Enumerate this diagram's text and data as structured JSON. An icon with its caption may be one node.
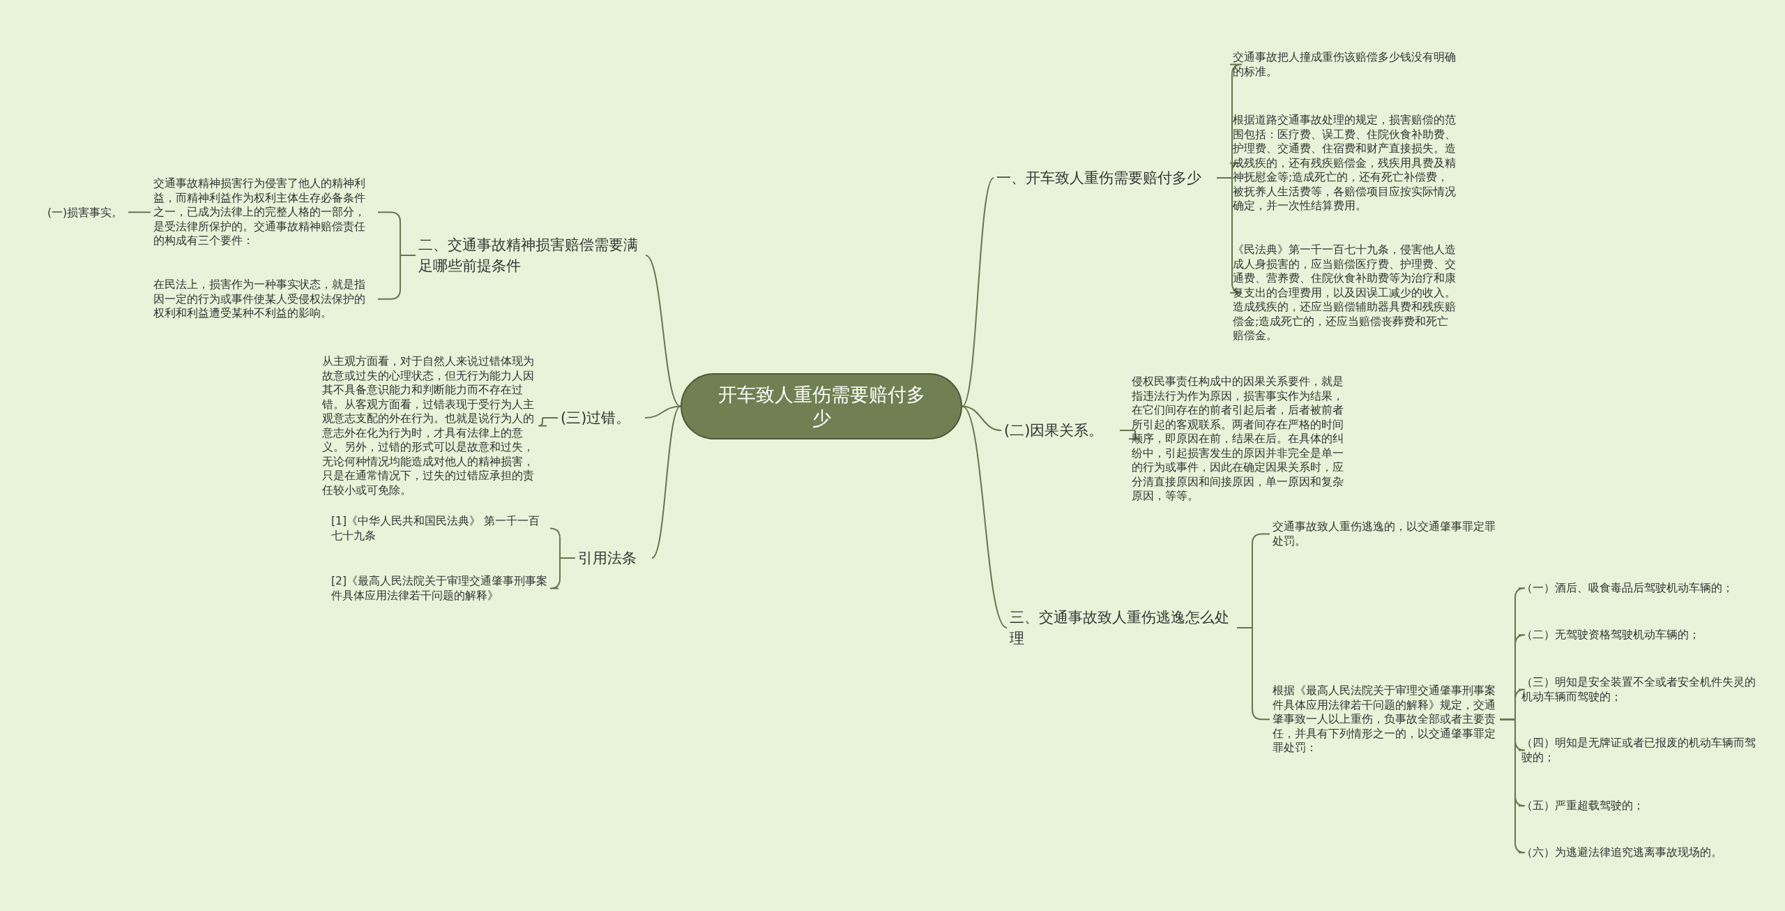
{
  "diagram": {
    "nodes": [
      {
        "text": [
          "开车致人重伤需要赔付多少"
        ]
      },
      {
        "text": [
          "一、开车致人重伤需要赔付多少"
        ]
      },
      {
        "text": [
          "交通事故把人撞成重伤该赔偿多少钱没有明确的标准。"
        ]
      },
      {
        "text": [
          "根据道路交通事故处理的规定，损害赔偿的范围包括：医疗费、误工费、住院伙食补助费、护理费、交通费、住宿费和财产直接损失。造成残疾的，还有残疾赔偿金，残疾用具费及精神抚慰金等;造成死亡的，还有死亡补偿费，被抚养人生活费等，各赔偿项目应按实际情况确定，并一次性结算费用。"
        ]
      },
      {
        "text": [
          "《民法典》第一千一百七十九条，侵害他人造成人身损害的，应当赔偿医疗费、护理费、交通费、营养费、住院伙食补助费等为治疗和康复支出的合理费用，以及因误工减少的收入。造成残疾的，还应当赔偿辅助器具费和残疾赔偿金;造成死亡的，还应当赔偿丧葬费和死亡赔偿金。"
        ]
      },
      {
        "text": [
          "二、交通事故精神损害赔偿需要满足哪些前提条件"
        ]
      },
      {
        "text": [
          "交通事故精神损害行为侵害了他人的精神利益，而精神利益作为权利主体生存必备条件之一，已成为法律上的完整人格的一部分，是受法律所保护的。交通事故精神赔偿责任的构成有三个要件："
        ]
      },
      {
        "text": [
          "(一)损害事实。"
        ]
      },
      {
        "text": [
          "在民法上，损害作为一种事实状态，就是指因一定的行为或事件使某人受侵权法保护的权利和利益遭受某种不利益的影响。"
        ]
      },
      {
        "text": [
          "(三)过错。"
        ]
      },
      {
        "text": [
          "从主观方面看，对于自然人来说过错体现为故意或过失的心理状态，但无行为能力人因其不具备意识能力和判断能力而不存在过错。从客观方面看，过错表现于受行为人主观意志支配的外在行为。也就是说行为人的意志外在化为行为时，才具有法律上的意义。另外，过错的形式可以是故意和过失，无论何种情况均能造成对他人的精神损害，只是在通常情况下，过失的过错应承担的责任较小或可免除。"
        ]
      },
      {
        "text": [
          "引用法条"
        ]
      },
      {
        "text": [
          "[1]《中华人民共和国民法典》 第一千一百七十九条"
        ]
      },
      {
        "text": [
          "[2]《最高人民法院关于审理交通肇事刑事案件具体应用法律若干问题的解释》"
        ]
      },
      {
        "text": [
          "(二)因果关系。"
        ]
      },
      {
        "text": [
          "侵权民事责任构成中的因果关系要件，就是指违法行为作为原因，损害事实作为结果，在它们间存在的前者引起后者，后者被前者所引起的客观联系。两者间存在严格的时间顺序，即原因在前，结果在后。在具体的纠纷中，引起损害发生的原因并非完全是单一的行为或事件，因此在确定因果关系时，应分清直接原因和间接原因，单一原因和复杂原因，等等。"
        ]
      },
      {
        "text": [
          "三、交通事故致人重伤逃逸怎么处理"
        ]
      },
      {
        "text": [
          "交通事故致人重伤逃逸的，以交通肇事罪定罪处罚。"
        ]
      },
      {
        "text": [
          "根据《最高人民法院关于审理交通肇事刑事案件具体应用法律若干问题的解释》规定，交通肇事致一人以上重伤，负事故全部或者主要责任，并具有下列情形之一的，以交通肇事罪定罪处罚："
        ]
      },
      {
        "text": [
          "（一）酒后、吸食毒品后驾驶机动车辆的；"
        ]
      },
      {
        "text": [
          "（二）无驾驶资格驾驶机动车辆的；"
        ]
      },
      {
        "text": [
          "（三）明知是安全装置不全或者安全机件失灵的机动车辆而驾驶的；"
        ]
      },
      {
        "text": [
          "（四）明知是无牌证或者已报废的机动车辆而驾驶的；"
        ]
      },
      {
        "text": [
          "（五）严重超载驾驶的；"
        ]
      },
      {
        "text": [
          "（六）为逃避法律追究逃离事故现场的。"
        ]
      }
    ],
    "edges": [
      {
        "from": 0,
        "to": 1,
        "arrow": "none"
      },
      {
        "from": 1,
        "to": 2,
        "arrow": "none"
      },
      {
        "from": 1,
        "to": 3,
        "arrow": "none"
      },
      {
        "from": 1,
        "to": 4,
        "arrow": "none"
      },
      {
        "from": 0,
        "to": 5,
        "arrow": "none"
      },
      {
        "from": 5,
        "to": 6,
        "arrow": "none"
      },
      {
        "from": 6,
        "to": 7,
        "arrow": "none"
      },
      {
        "from": 5,
        "to": 8,
        "arrow": "none"
      },
      {
        "from": 0,
        "to": 9,
        "arrow": "none"
      },
      {
        "from": 9,
        "to": 10,
        "arrow": "none"
      },
      {
        "from": 0,
        "to": 11,
        "arrow": "none"
      },
      {
        "from": 11,
        "to": 12,
        "arrow": "none"
      },
      {
        "from": 11,
        "to": 13,
        "arrow": "none"
      },
      {
        "from": 0,
        "to": 14,
        "arrow": "none"
      },
      {
        "from": 14,
        "to": 15,
        "arrow": "none"
      },
      {
        "from": 0,
        "to": 16,
        "arrow": "none"
      },
      {
        "from": 16,
        "to": 17,
        "arrow": "none"
      },
      {
        "from": 16,
        "to": 18,
        "arrow": "none"
      },
      {
        "from": 18,
        "to": 19,
        "arrow": "none"
      },
      {
        "from": 18,
        "to": 20,
        "arrow": "none"
      },
      {
        "from": 18,
        "to": 21,
        "arrow": "none"
      },
      {
        "from": 18,
        "to": 22,
        "arrow": "none"
      },
      {
        "from": 18,
        "to": 23,
        "arrow": "none"
      },
      {
        "from": 18,
        "to": 24,
        "arrow": "none"
      }
    ]
  }
}
